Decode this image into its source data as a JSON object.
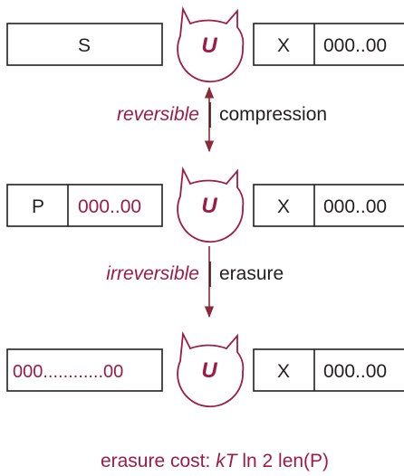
{
  "colors": {
    "text": "#231f20",
    "accent": "#9c1c47"
  },
  "machine_label": "U",
  "row1": {
    "left_label": "S",
    "right_x": "X",
    "right_zeros": "000..00"
  },
  "step1": {
    "italic": "reversible",
    "word": "compression"
  },
  "row2": {
    "left_p": "P",
    "left_zeros": "000..00",
    "right_x": "X",
    "right_zeros": "000..00"
  },
  "step2": {
    "italic": "irreversible",
    "word": "erasure"
  },
  "row3": {
    "left_zeros": "000............00",
    "right_x": "X",
    "right_zeros": "000..00"
  },
  "footer": {
    "prefix": "erasure cost: ",
    "kt": "kT",
    "rest": " ln 2 len(P)"
  }
}
